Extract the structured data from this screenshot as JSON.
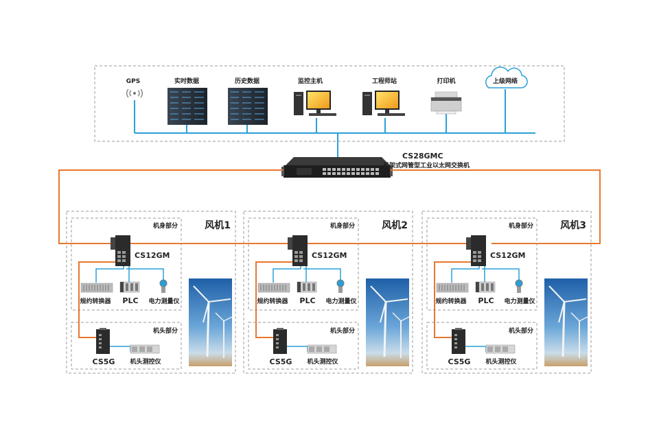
{
  "colors": {
    "network_blue": "#2a9fd6",
    "fiber_orange": "#e8772e",
    "box_border": "#9a9a9a",
    "device_dark": "#2b2b2b"
  },
  "control_center": {
    "devices": [
      {
        "label": "GPS",
        "icon": "gps-antenna-icon"
      },
      {
        "label": "实时数据",
        "icon": "server-rack-icon"
      },
      {
        "label": "历史数据",
        "icon": "server-rack-icon"
      },
      {
        "label": "监控主机",
        "icon": "desktop-computer-icon"
      },
      {
        "label": "工程师站",
        "icon": "desktop-computer-icon"
      },
      {
        "label": "打印机",
        "icon": "printer-icon"
      },
      {
        "label": "上级网络",
        "icon": "cloud-icon"
      }
    ]
  },
  "core_switch": {
    "model": "CS28GMC",
    "description": "机架式网管型工业以太网交换机",
    "icon": "rack-switch-icon"
  },
  "turbines": [
    {
      "title": "风机1",
      "body_section": {
        "label": "机身部分",
        "switch_model": "CS12GM",
        "devices": [
          "规约转换器",
          "PLC",
          "电力测量仪"
        ]
      },
      "head_section": {
        "label": "机头部分",
        "switch_model": "CS5G",
        "device": "机头测控仪"
      }
    },
    {
      "title": "风机2",
      "body_section": {
        "label": "机身部分",
        "switch_model": "CS12GM",
        "devices": [
          "规约转换器",
          "PLC",
          "电力测量仪"
        ]
      },
      "head_section": {
        "label": "机头部分",
        "switch_model": "CS5G",
        "device": "机头测控仪"
      }
    },
    {
      "title": "风机3",
      "body_section": {
        "label": "机身部分",
        "switch_model": "CS12GM",
        "devices": [
          "规约转换器",
          "PLC",
          "电力测量仪"
        ]
      },
      "head_section": {
        "label": "机头部分",
        "switch_model": "CS5G",
        "device": "机头测控仪"
      }
    }
  ]
}
